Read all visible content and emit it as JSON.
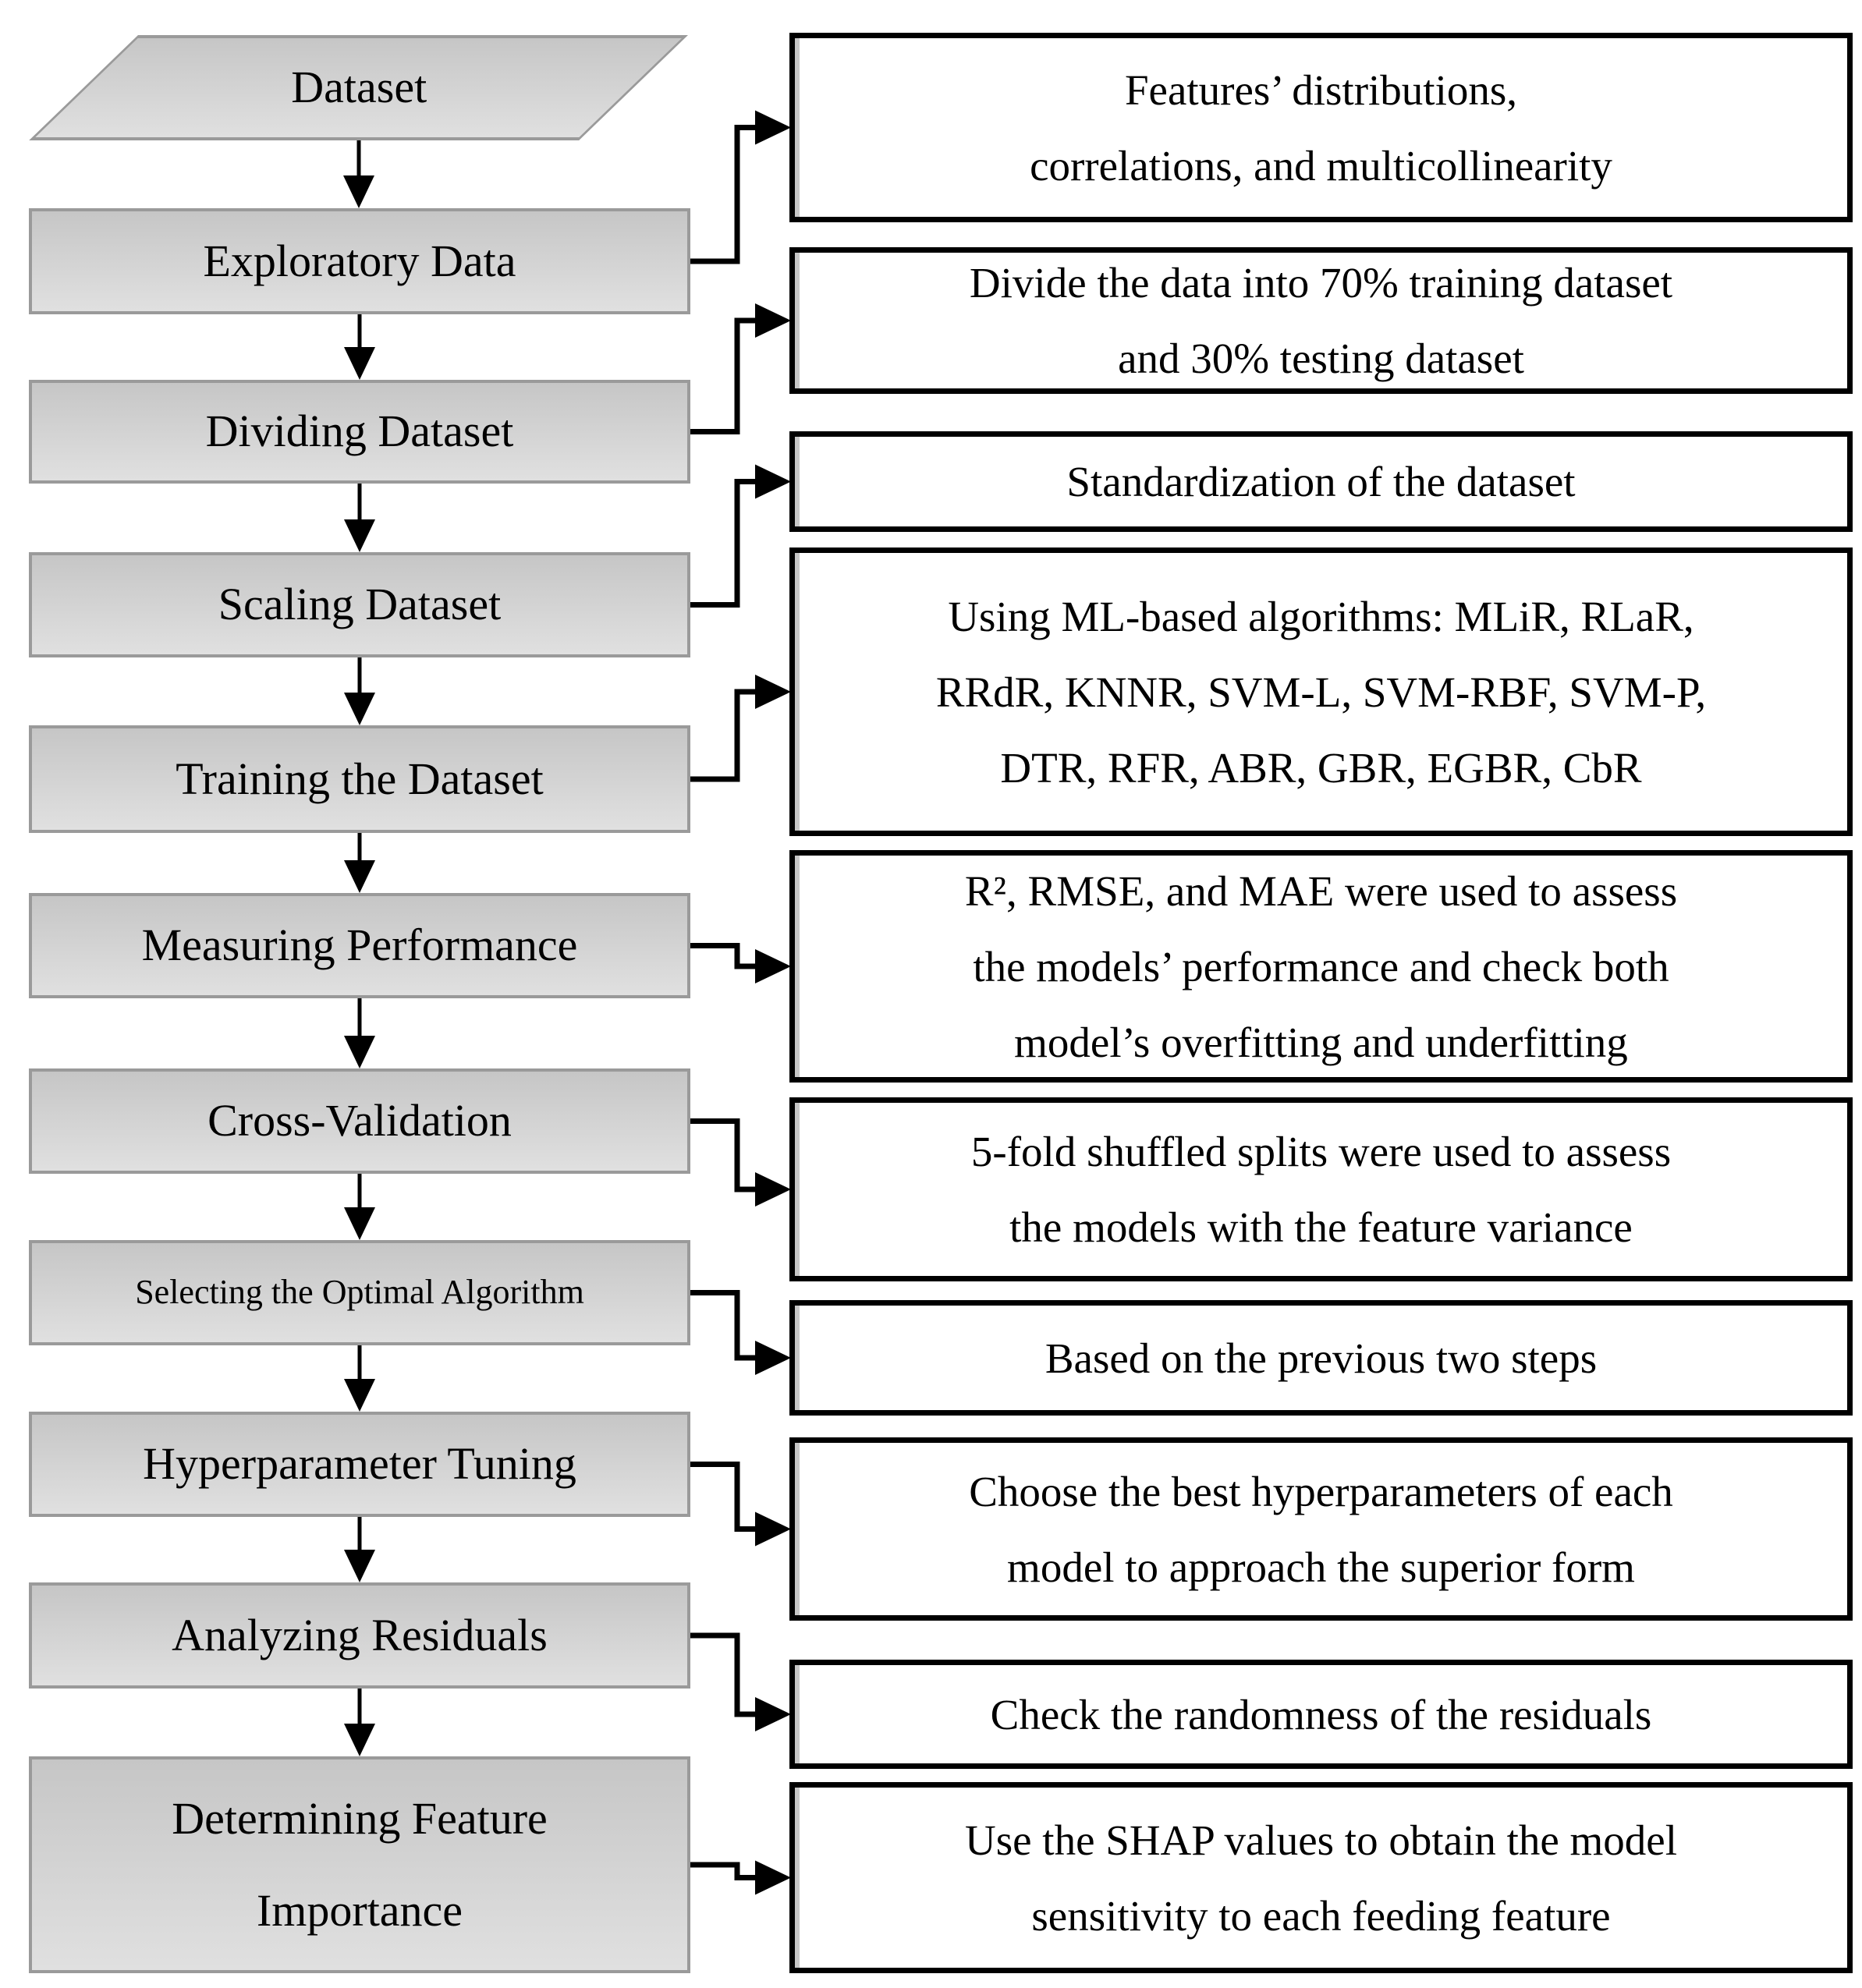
{
  "colors": {
    "background": "#ffffff",
    "step_fill_top": "#c6c6c6",
    "step_fill_bottom": "#e0e0e0",
    "step_border": "#9a9a9a",
    "note_border": "#000000",
    "note_fill": "#ffffff",
    "connector": "#000000",
    "text": "#000000"
  },
  "flow": {
    "steps": [
      {
        "label": "Dataset",
        "shape": "parallelogram"
      },
      {
        "label": "Exploratory Data",
        "shape": "rectangle"
      },
      {
        "label": "Dividing Dataset",
        "shape": "rectangle"
      },
      {
        "label": "Scaling Dataset",
        "shape": "rectangle"
      },
      {
        "label": "Training the Dataset",
        "shape": "rectangle"
      },
      {
        "label": "Measuring Performance",
        "shape": "rectangle"
      },
      {
        "label": "Cross-Validation",
        "shape": "rectangle"
      },
      {
        "label": "Selecting the Optimal Algorithm",
        "shape": "rectangle"
      },
      {
        "label": "Hyperparameter Tuning",
        "shape": "rectangle"
      },
      {
        "label": "Analyzing Residuals",
        "shape": "rectangle"
      },
      {
        "label": "Determining Feature\nImportance",
        "shape": "rectangle"
      }
    ],
    "notes": [
      {
        "text": "Features’ distributions,\ncorrelations, and multicollinearity"
      },
      {
        "text": "Divide the data into 70% training dataset\nand 30% testing dataset"
      },
      {
        "text": "Standardization of the dataset"
      },
      {
        "text": "Using ML-based algorithms: MLiR, RLaR,\nRRdR, KNNR, SVM-L, SVM-RBF, SVM-P,\nDTR, RFR, ABR, GBR, EGBR, CbR"
      },
      {
        "text": "R², RMSE, and MAE were used to assess\nthe models’ performance and check both\nmodel’s overfitting and underfitting"
      },
      {
        "text": "5-fold shuffled splits were used to assess\nthe models with the feature variance"
      },
      {
        "text": "Based on the previous two steps"
      },
      {
        "text": "Choose the best hyperparameters of each\nmodel to approach the superior form"
      },
      {
        "text": "Check the randomness of the residuals"
      },
      {
        "text": "Use the SHAP values to obtain the model\nsensitivity to each feeding feature"
      }
    ]
  }
}
